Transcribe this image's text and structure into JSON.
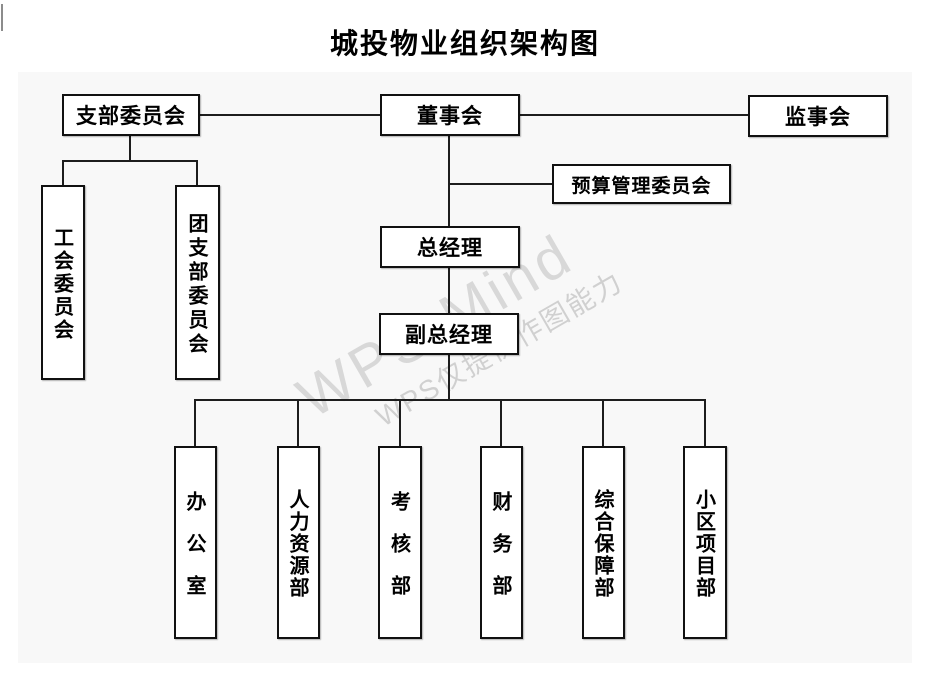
{
  "title": "城投物业组织架构图",
  "watermark": {
    "brand": "WPS Mind",
    "note": "WPS仅提供作图能力"
  },
  "colors": {
    "page_bg": "#ffffff",
    "panel_bg": "#f8f8f8",
    "node_bg": "#ffffff",
    "node_border": "#111111",
    "line": "#1d1d1d",
    "watermark": "#d6d6d6"
  },
  "nodes": {
    "branch_committee": "支部委员会",
    "board": "董事会",
    "supervisory_board": "监事会",
    "budget_committee": "预算管理委员会",
    "general_manager": "总经理",
    "deputy_general_manager": "副总经理",
    "labor_union_committee": "工会委员会",
    "youth_league_branch_committee": "团支部委员会",
    "office": "办公室",
    "human_resources_dept": "人力资源部",
    "assessment_dept": "考核部",
    "finance_dept": "财务部",
    "general_support_dept": "综合保障部",
    "community_project_dept": "小区项目部"
  },
  "structure": {
    "edges": [
      {
        "from": "董事会",
        "to": "支部委员会"
      },
      {
        "from": "董事会",
        "to": "监事会"
      },
      {
        "from": "董事会",
        "to": "预算管理委员会"
      },
      {
        "from": "董事会",
        "to": "总经理"
      },
      {
        "from": "支部委员会",
        "to": "工会委员会"
      },
      {
        "from": "支部委员会",
        "to": "团支部委员会"
      },
      {
        "from": "总经理",
        "to": "副总经理"
      },
      {
        "from": "副总经理",
        "to": "办公室"
      },
      {
        "from": "副总经理",
        "to": "人力资源部"
      },
      {
        "from": "副总经理",
        "to": "考核部"
      },
      {
        "from": "副总经理",
        "to": "财务部"
      },
      {
        "from": "副总经理",
        "to": "综合保障部"
      },
      {
        "from": "副总经理",
        "to": "小区项目部"
      }
    ]
  }
}
